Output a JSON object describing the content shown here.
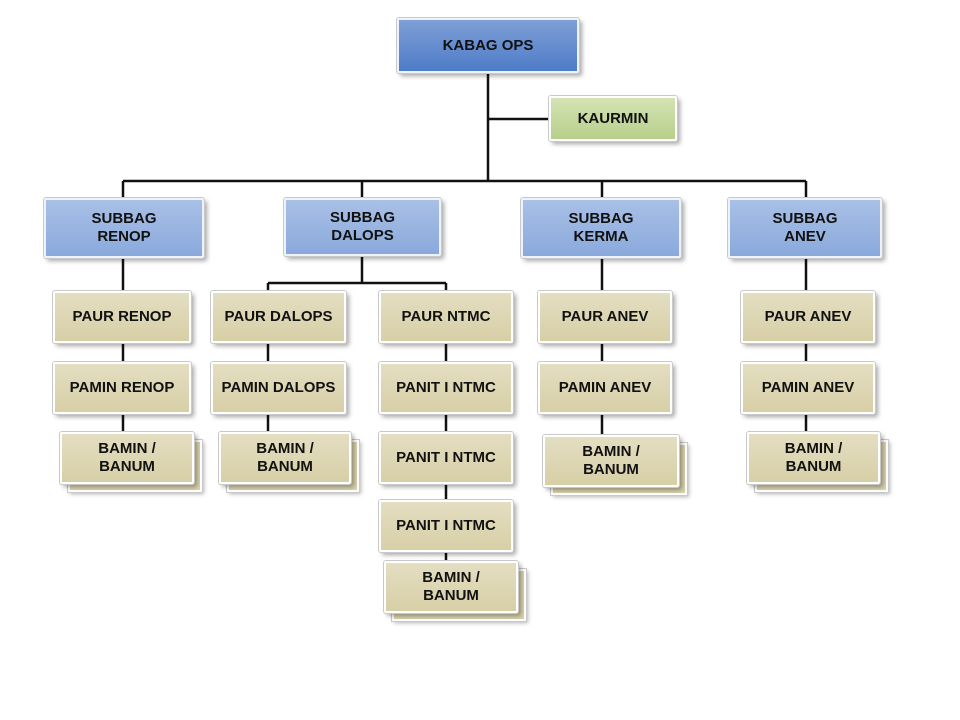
{
  "chart": {
    "root": "KABAG OPS",
    "staff": "KAURMIN",
    "subbag_renop": "SUBBAG\nRENOP",
    "subbag_dalops": "SUBBAG\nDALOPS",
    "subbag_kerma": "SUBBAG\nKERMA",
    "subbag_anev": "SUBBAG\nANEV",
    "renop": [
      "PAUR RENOP",
      "PAMIN RENOP",
      "BAMIN /\nBANUM"
    ],
    "dalops_left": [
      "PAUR DALOPS",
      "PAMIN DALOPS",
      "BAMIN /\nBANUM"
    ],
    "dalops_right": [
      "PAUR NTMC",
      "PANIT I NTMC",
      "PANIT I NTMC",
      "PANIT I NTMC",
      "BAMIN /\nBANUM"
    ],
    "kerma": [
      "PAUR ANEV",
      "PAMIN ANEV",
      "BAMIN /\nBANUM"
    ],
    "anev": [
      "PAUR ANEV",
      "PAMIN ANEV",
      "BAMIN /\nBANUM"
    ]
  }
}
